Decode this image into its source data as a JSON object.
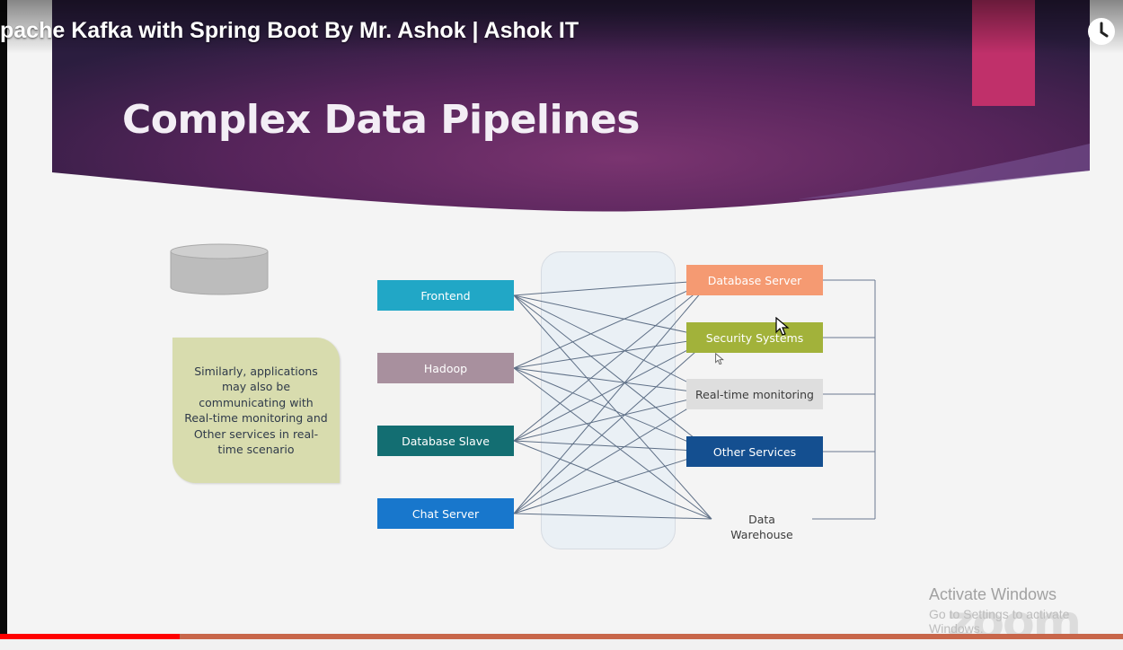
{
  "video": {
    "title": "pache Kafka with Spring Boot By Mr. Ashok | Ashok IT",
    "progress_fraction": 0.16,
    "watch_later_icon": "clock-icon"
  },
  "slide": {
    "title": "Complex Data Pipelines"
  },
  "diagram": {
    "note": "Similarly, applications may also be communicating with Real-time monitoring and Other services in real-time scenario",
    "sources": [
      {
        "label": "Frontend",
        "color": "#21a7c6"
      },
      {
        "label": "Hadoop",
        "color": "#a8909e"
      },
      {
        "label": "Database Slave",
        "color": "#136e72"
      },
      {
        "label": "Chat Server",
        "color": "#1877cc"
      }
    ],
    "targets": [
      {
        "label": "Database Server",
        "color": "#f59a72",
        "text_color": "#ffffff"
      },
      {
        "label": "Security Systems",
        "color": "#a2b23a",
        "text_color": "#ffffff"
      },
      {
        "label": "Real-time monitoring",
        "color": "#dedede",
        "text_color": "#3d3d3d"
      },
      {
        "label": "Other Services",
        "color": "#144f90",
        "text_color": "#ffffff"
      }
    ],
    "warehouse": {
      "line1": "Data",
      "line2": "Warehouse",
      "color": "#bcbcbc"
    }
  },
  "overlays": {
    "activate_title": "Activate Windows",
    "activate_sub": "Go to Settings to activate Windows.",
    "watermark": "zoom"
  }
}
